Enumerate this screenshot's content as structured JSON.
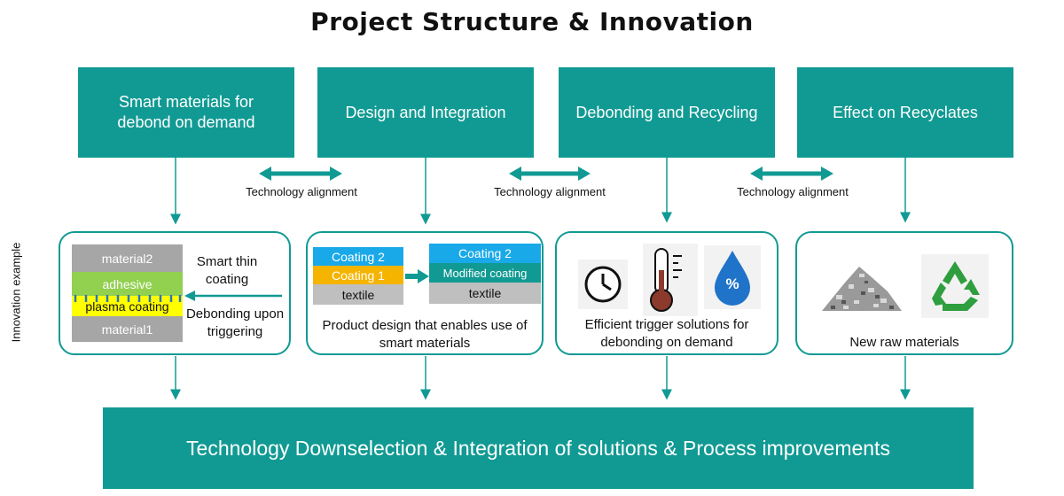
{
  "title": "Project Structure & Innovation",
  "side_label": "Innovation example",
  "workstreams": [
    {
      "label": "Smart materials for debond on demand"
    },
    {
      "label": "Design and Integration"
    },
    {
      "label": "Debonding and Recycling"
    },
    {
      "label": "Effect on Recyclates"
    }
  ],
  "alignment_label": "Technology alignment",
  "cards": {
    "smart": {
      "layers": [
        "material2",
        "adhesive",
        "plasma coating",
        "material1"
      ],
      "label_top": "Smart thin coating",
      "label_bottom": "Debonding upon triggering"
    },
    "design": {
      "left_stack": [
        "Coating 2",
        "Coating 1",
        "textile"
      ],
      "right_stack": [
        "Coating 2",
        "Modified coating",
        "textile"
      ],
      "caption": "Product design that enables use of smart materials"
    },
    "trigger": {
      "icons": [
        "clock-icon",
        "thermometer-icon",
        "moisture-drop-icon"
      ],
      "drop_symbol": "%",
      "caption": "Efficient trigger solutions for debonding on demand"
    },
    "recyclate": {
      "icons": [
        "granulate-pile-icon",
        "recycle-icon"
      ],
      "caption": "New raw materials"
    }
  },
  "bottom_bar": "Technology Downselection & Integration of solutions & Process improvements",
  "colors": {
    "teal": "#119a93",
    "coating2_blue": "#1aa9e8",
    "coating1_yellow": "#f4b400",
    "textile_gray": "#bfbfbf",
    "material_gray": "#a6a6a6",
    "adhesive_green": "#92d050",
    "plasma_yellow": "#ffff00"
  }
}
